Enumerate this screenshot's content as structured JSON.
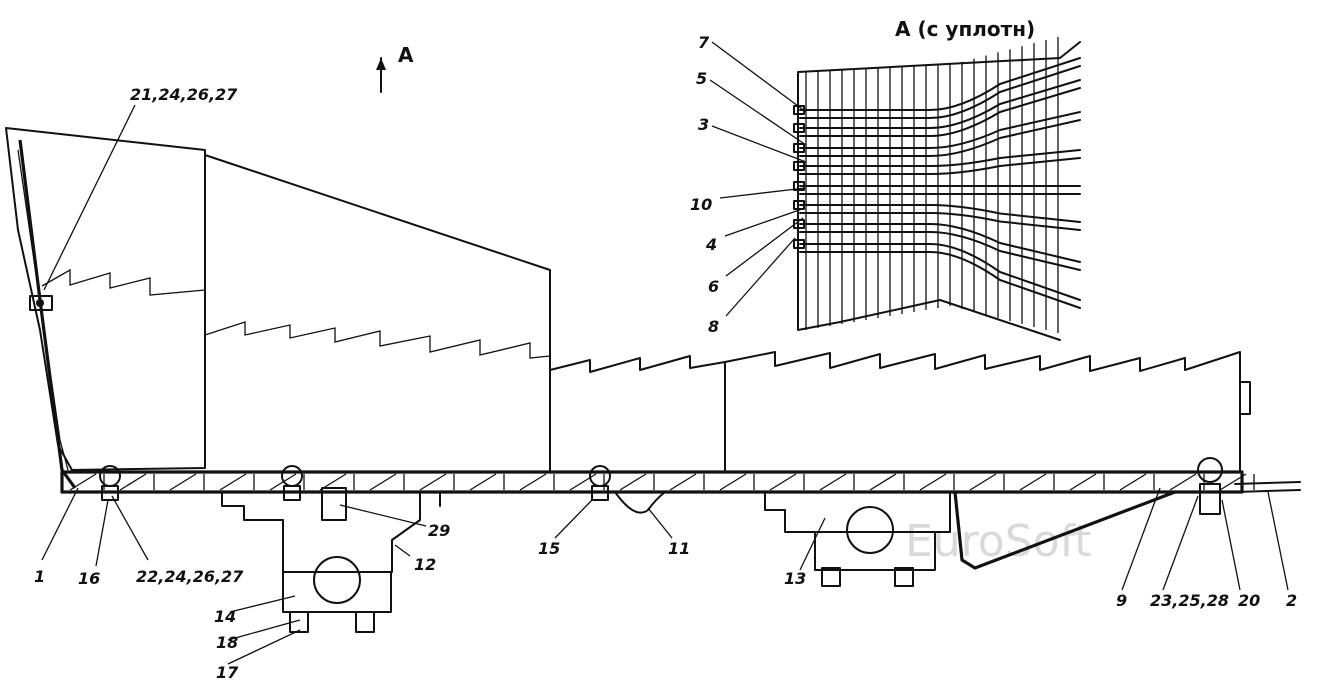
{
  "view_marker": {
    "letter": "A"
  },
  "inset_title": "А (с уплотн)",
  "watermark": "EuroSoft",
  "callouts_main": [
    {
      "id": "c-21-24-26-27",
      "text": "21,24,26,27"
    },
    {
      "id": "c-1",
      "text": "1"
    },
    {
      "id": "c-16",
      "text": "16"
    },
    {
      "id": "c-22-24-26-27",
      "text": "22,24,26,27"
    },
    {
      "id": "c-29",
      "text": "29"
    },
    {
      "id": "c-12",
      "text": "12"
    },
    {
      "id": "c-14",
      "text": "14"
    },
    {
      "id": "c-18",
      "text": "18"
    },
    {
      "id": "c-17",
      "text": "17"
    },
    {
      "id": "c-15",
      "text": "15"
    },
    {
      "id": "c-11",
      "text": "11"
    },
    {
      "id": "c-13",
      "text": "13"
    },
    {
      "id": "c-9",
      "text": "9"
    },
    {
      "id": "c-23-25-28",
      "text": "23,25,28"
    },
    {
      "id": "c-20",
      "text": "20"
    },
    {
      "id": "c-2",
      "text": "2"
    }
  ],
  "callouts_inset": [
    {
      "id": "i-7",
      "text": "7"
    },
    {
      "id": "i-5",
      "text": "5"
    },
    {
      "id": "i-3",
      "text": "3"
    },
    {
      "id": "i-10",
      "text": "10"
    },
    {
      "id": "i-4",
      "text": "4"
    },
    {
      "id": "i-6",
      "text": "6"
    },
    {
      "id": "i-8",
      "text": "8"
    }
  ]
}
